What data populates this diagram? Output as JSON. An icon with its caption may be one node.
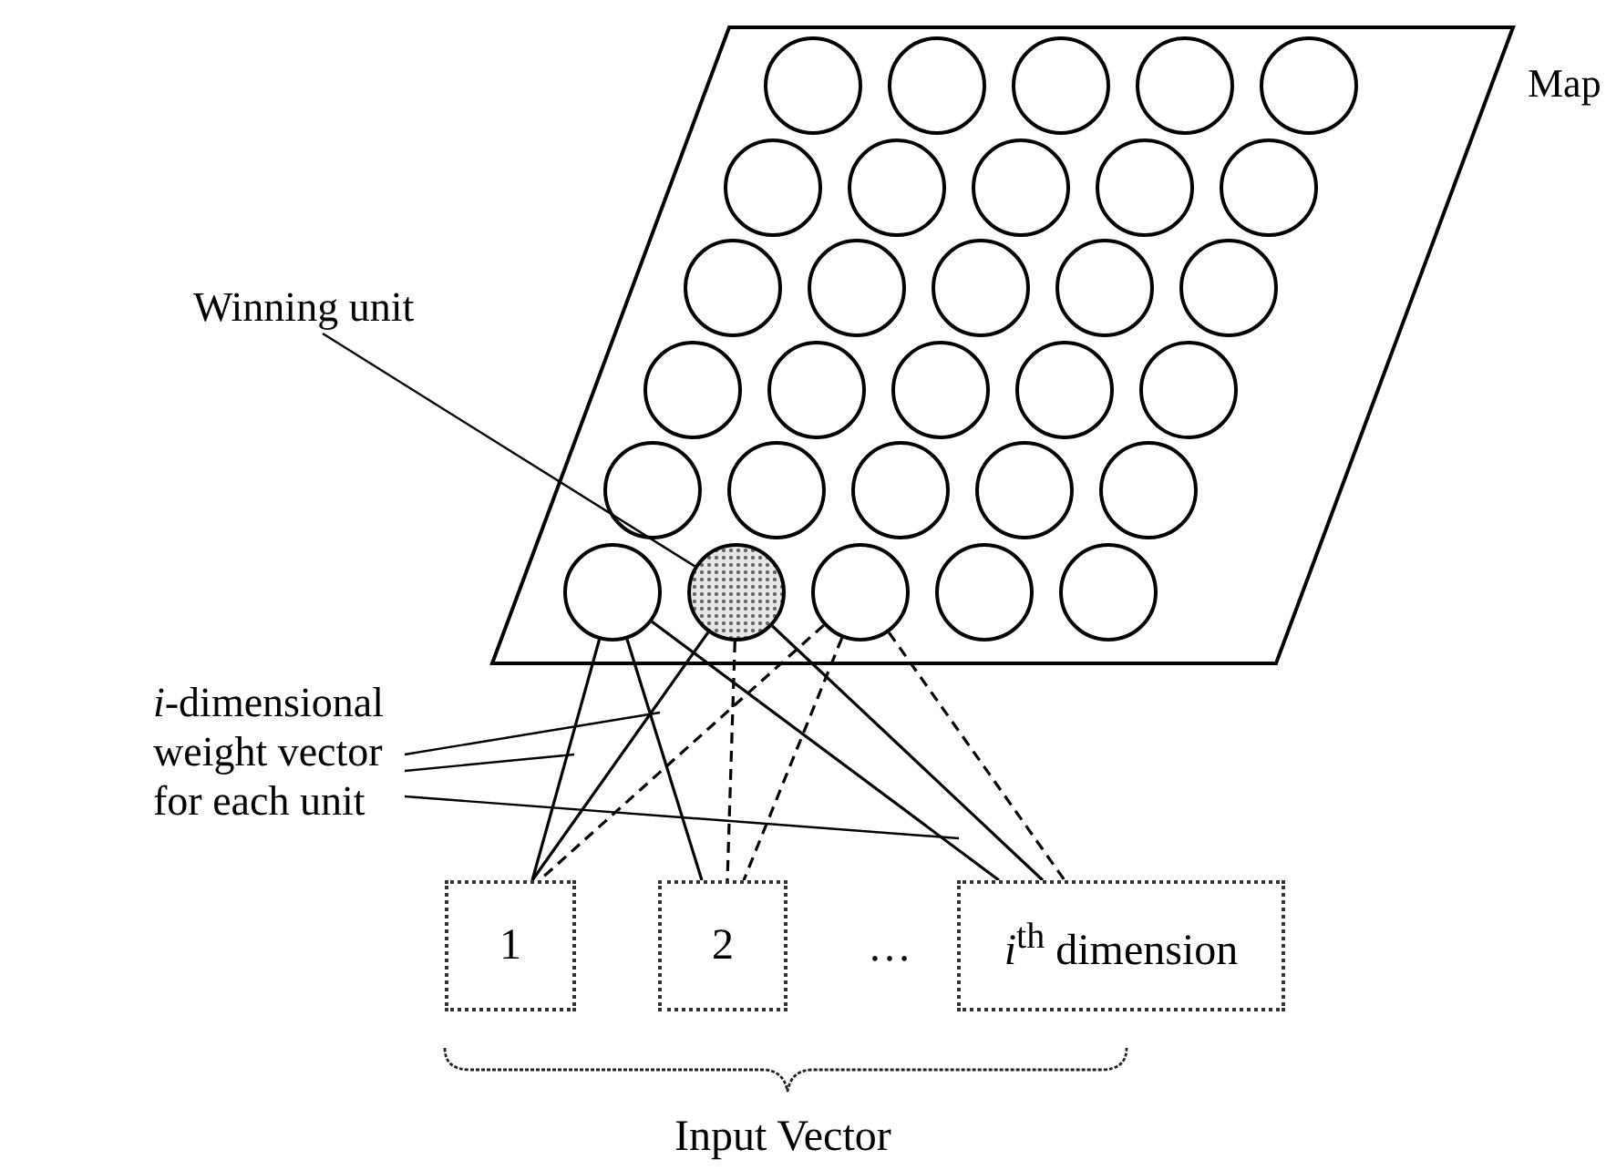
{
  "diagram": {
    "nodes": [
      {
        "text": [
          "Map"
        ]
      },
      {
        "text": [],
        "shape": "circle",
        "in": 0
      },
      {
        "text": [],
        "shape": "circle",
        "in": 0
      },
      {
        "text": [],
        "shape": "circle",
        "in": 0
      },
      {
        "text": [],
        "shape": "circle",
        "in": 0
      },
      {
        "text": [],
        "shape": "circle",
        "in": 0
      },
      {
        "text": [],
        "shape": "circle",
        "in": 0
      },
      {
        "text": [],
        "shape": "circle",
        "in": 0
      },
      {
        "text": [],
        "shape": "circle",
        "in": 0
      },
      {
        "text": [],
        "shape": "circle",
        "in": 0
      },
      {
        "text": [],
        "shape": "circle",
        "in": 0
      },
      {
        "text": [],
        "shape": "circle",
        "in": 0
      },
      {
        "text": [],
        "shape": "circle",
        "in": 0
      },
      {
        "text": [],
        "shape": "circle",
        "in": 0
      },
      {
        "text": [],
        "shape": "circle",
        "in": 0
      },
      {
        "text": [],
        "shape": "circle",
        "in": 0
      },
      {
        "text": [],
        "shape": "circle",
        "in": 0
      },
      {
        "text": [],
        "shape": "circle",
        "in": 0
      },
      {
        "text": [],
        "shape": "circle",
        "in": 0
      },
      {
        "text": [],
        "shape": "circle",
        "in": 0
      },
      {
        "text": [],
        "shape": "circle",
        "in": 0
      },
      {
        "text": [],
        "shape": "circle",
        "in": 0
      },
      {
        "text": [],
        "shape": "circle",
        "in": 0
      },
      {
        "text": [],
        "shape": "circle",
        "in": 0
      },
      {
        "text": [],
        "shape": "circle",
        "in": 0
      },
      {
        "text": [],
        "shape": "circle",
        "in": 0
      },
      {
        "text": [],
        "shape": "circle",
        "in": 0
      },
      {
        "text": [],
        "shape": "circle",
        "in": 0
      },
      {
        "text": [],
        "shape": "circle",
        "in": 0
      },
      {
        "text": [],
        "shape": "circle",
        "in": 0
      },
      {
        "text": [],
        "shape": "circle",
        "in": 0
      },
      {
        "text": [
          "Winning unit"
        ]
      },
      {
        "text": [
          "*i*-dimensional weight vector for each unit"
        ]
      },
      {
        "text": [
          "1"
        ]
      },
      {
        "text": [
          "2"
        ]
      },
      {
        "text": [
          "*i*$^{th}$ dimension"
        ]
      }
    ],
    "edges": [
      {
        "from": 31,
        "to": 27,
        "arrow": "none"
      },
      {
        "from": 32,
        "to": null,
        "arrow": "none"
      },
      {
        "from": 32,
        "to": null,
        "arrow": "none"
      },
      {
        "from": 32,
        "to": null,
        "arrow": "none"
      },
      {
        "from": 26,
        "to": 33,
        "arrow": "none"
      },
      {
        "from": 26,
        "to": 34,
        "arrow": "none"
      },
      {
        "from": 26,
        "to": 35,
        "arrow": "none"
      },
      {
        "from": 27,
        "to": 33,
        "arrow": "none"
      },
      {
        "from": 27,
        "to": 34,
        "arrow": "none",
        "style": "dashed"
      },
      {
        "from": 27,
        "to": 35,
        "arrow": "none"
      },
      {
        "from": 28,
        "to": 33,
        "arrow": "none",
        "style": "dashed"
      },
      {
        "from": 28,
        "to": 34,
        "arrow": "none",
        "style": "dashed"
      },
      {
        "from": 28,
        "to": 35,
        "arrow": "none",
        "style": "dashed"
      }
    ],
    "labels": [
      "…",
      "Input Vector"
    ]
  }
}
